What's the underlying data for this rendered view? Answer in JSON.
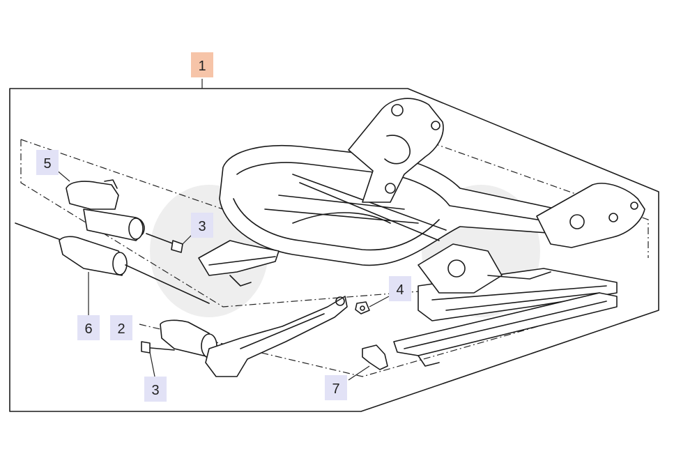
{
  "callouts": {
    "c1": "1",
    "c2": "2",
    "c3a": "3",
    "c3b": "3",
    "c4": "4",
    "c5": "5",
    "c6": "6",
    "c7": "7"
  },
  "colors": {
    "main_callout_bg": "#f6c4a8",
    "callout_bg": "#e2e2f6",
    "line": "#1a1a1a"
  }
}
